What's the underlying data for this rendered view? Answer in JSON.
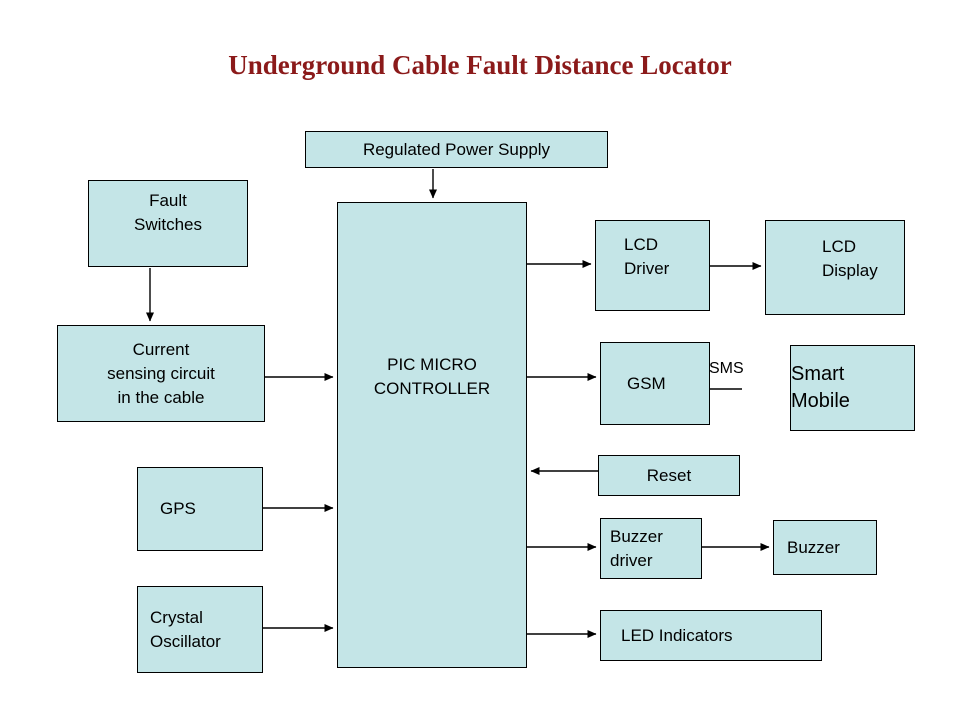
{
  "title": "Underground Cable Fault Distance Locator",
  "blocks": {
    "power_supply": {
      "label": "Regulated Power Supply"
    },
    "fault_switches": {
      "label": "Fault\nSwitches"
    },
    "current_sensing": {
      "label": "Current\nsensing circuit\nin the cable"
    },
    "gps": {
      "label": "GPS"
    },
    "crystal_oscillator": {
      "label": "Crystal\nOscillator"
    },
    "pic_microcontroller": {
      "label": "PIC MICRO\nCONTROLLER"
    },
    "lcd_driver": {
      "label": "LCD\nDriver"
    },
    "lcd_display": {
      "label": "LCD\nDisplay"
    },
    "gsm": {
      "label": "GSM"
    },
    "smart_mobile": {
      "label": "Smart\nMobile"
    },
    "reset": {
      "label": "Reset"
    },
    "buzzer_driver": {
      "label": "Buzzer\ndriver"
    },
    "buzzer": {
      "label": "Buzzer"
    },
    "led_indicators": {
      "label": "LED Indicators"
    }
  },
  "connection_labels": {
    "sms": "SMS"
  },
  "colors": {
    "box_fill": "#c4e5e7",
    "box_border": "#000000",
    "title_color": "#8b1a1a",
    "background": "#ffffff"
  }
}
